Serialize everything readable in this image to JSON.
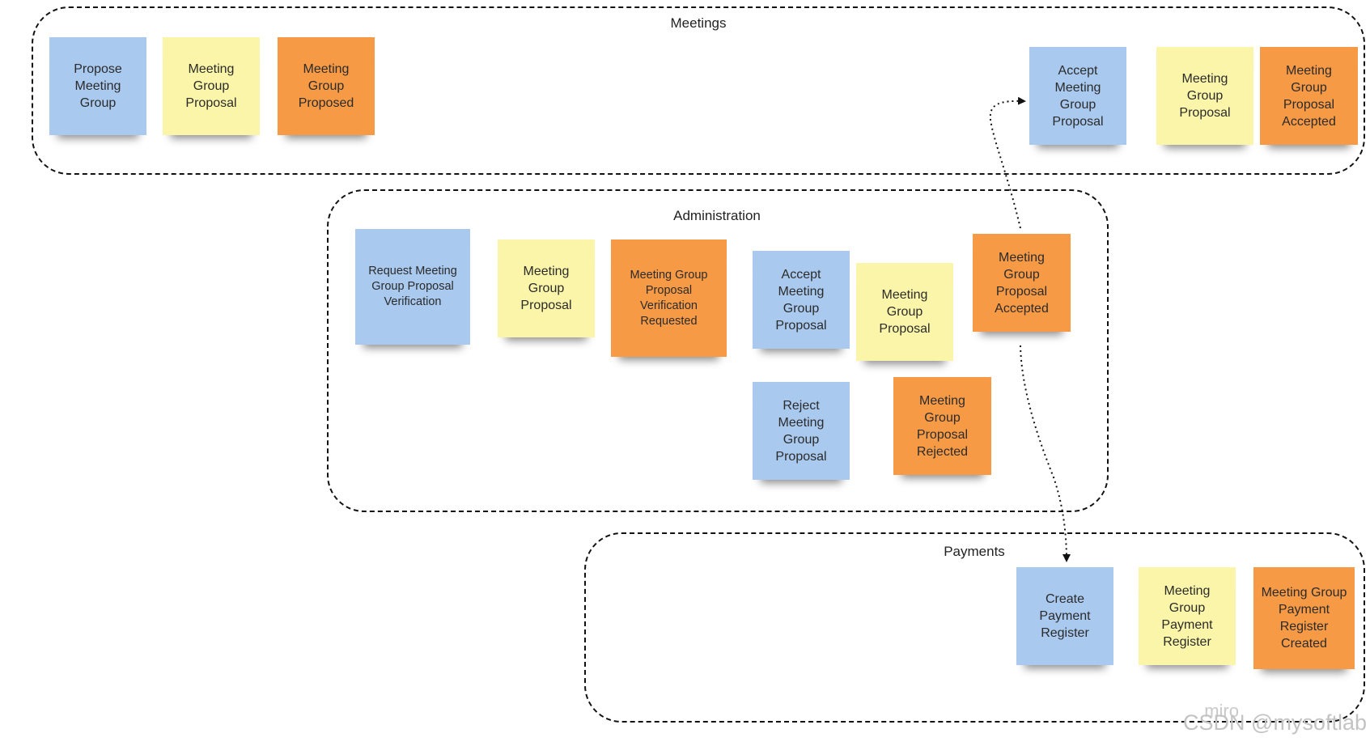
{
  "zones": {
    "meetings": {
      "title": "Meetings"
    },
    "administration": {
      "title": "Administration"
    },
    "payments": {
      "title": "Payments"
    }
  },
  "colors": {
    "command": "#a9c9ee",
    "aggregate": "#fbf5a9",
    "event": "#f79a46",
    "border": "#111111"
  },
  "stickies": {
    "m1": "Propose\nMeeting\nGroup",
    "m2": "Meeting\nGroup\nProposal",
    "m3": "Meeting\nGroup\nProposed",
    "m4": "Accept\nMeeting\nGroup\nProposal",
    "m5": "Meeting\nGroup\nProposal",
    "m6": "Meeting\nGroup\nProposal\nAccepted",
    "a1": "Request Meeting\nGroup Proposal\nVerification",
    "a2": "Meeting\nGroup\nProposal",
    "a3": "Meeting Group\nProposal\nVerification\nRequested",
    "a4": "Accept\nMeeting\nGroup\nProposal",
    "a5": "Meeting\nGroup\nProposal",
    "a6": "Meeting\nGroup\nProposal\nAccepted",
    "a7": "Reject\nMeeting\nGroup\nProposal",
    "a8": "Meeting\nGroup\nProposal\nRejected",
    "p1": "Create\nPayment\nRegister",
    "p2": "Meeting\nGroup\nPayment\nRegister",
    "p3": "Meeting Group\nPayment\nRegister\nCreated"
  },
  "branding": {
    "app": "miro",
    "watermark": "CSDN @mysoftlab"
  }
}
